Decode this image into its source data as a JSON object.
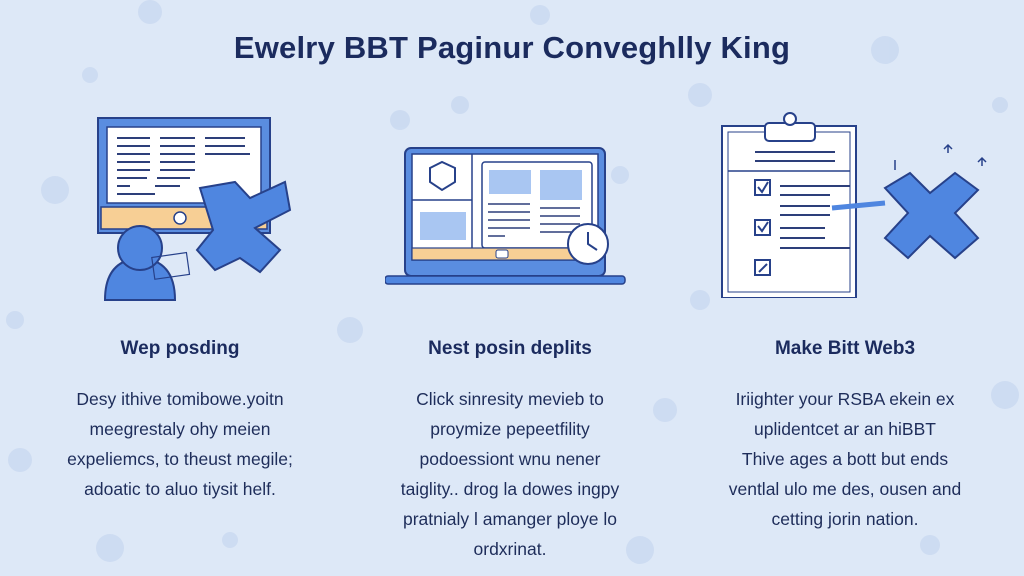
{
  "title": "Ewelry BBT Paginur Conveghlly King",
  "colors": {
    "background": "#dde8f7",
    "text": "#1b2b5e",
    "accent_blue": "#4a7fd6",
    "accent_orange": "#f7cf95"
  },
  "columns": [
    {
      "illustration": "monitor-user-puzzle",
      "heading": "Wep posding",
      "lines": [
        "Desy ithive tomibowe.yoitn",
        "meegrestaly ohy meien",
        "expeliemcs, to theust megile;",
        "adoatic to aluo tiysit helf."
      ]
    },
    {
      "illustration": "laptop-clock",
      "heading": "Nest posin deplits",
      "lines": [
        "Click sinresity mevieb to",
        "proymize pepeetfility",
        "podoessiont wnu nener",
        "taiglity.. drog la dowes ingpy",
        "pratnialy l amanger ploye lo",
        "ordxrinat."
      ]
    },
    {
      "illustration": "clipboard-checklist-x",
      "heading": "Make Bitt Web3",
      "lines": [
        "Iriighter your RSBA ekein ex",
        "uplidentcet ar an hiBBT",
        "Thive ages a bott but ends",
        "ventlal ulo me des, ousen and",
        "cetting jorin nation."
      ]
    }
  ]
}
